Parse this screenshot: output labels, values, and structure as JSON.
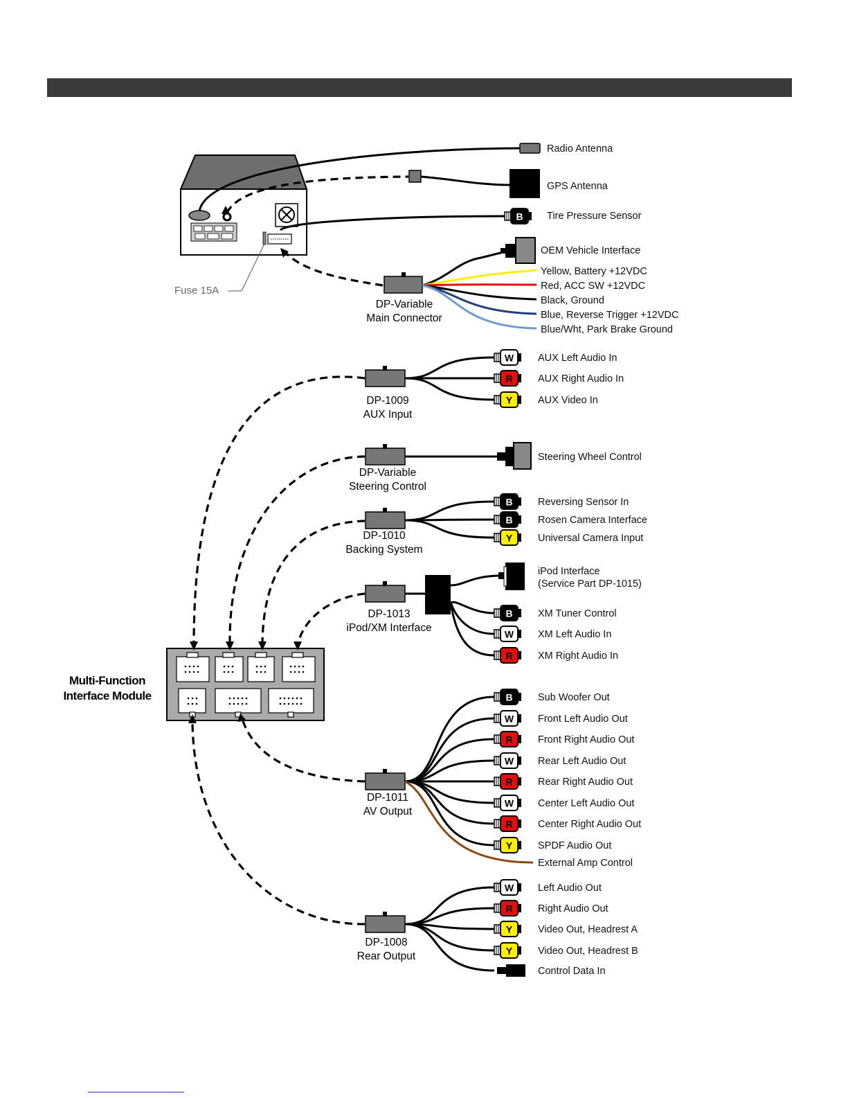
{
  "colors": {
    "header_bar": "#3a3a3a",
    "wire": "#000000",
    "yellow_wire": "#ffee00",
    "red_wire": "#e01010",
    "blue_wire": "#1f3d7a",
    "blue_white_wire": "#6d9ad0",
    "brown_wire": "#8b4a13",
    "plug_white": "#ffffff",
    "plug_red": "#e01010",
    "plug_yellow": "#ffee00",
    "plug_black": "#000000"
  },
  "head_unit": {
    "fuse_label": "Fuse 15A",
    "main_connector": [
      "DP-Variable",
      "Main Connector"
    ],
    "outputs": [
      {
        "label": "Radio Antenna",
        "plug": "antenna"
      },
      {
        "label": "GPS Antenna",
        "plug": "gps"
      },
      {
        "label": "Tire Pressure Sensor",
        "plug": "B"
      }
    ],
    "harness": [
      {
        "label": "OEM Vehicle Interface",
        "wire_color": "black"
      },
      {
        "label": "Yellow, Battery +12VDC",
        "wire_color": "yellow"
      },
      {
        "label": "Red, ACC SW +12VDC",
        "wire_color": "red"
      },
      {
        "label": "Black, Ground",
        "wire_color": "black"
      },
      {
        "label": "Blue, Reverse Trigger +12VDC",
        "wire_color": "blue"
      },
      {
        "label": "Blue/Wht, Park Brake Ground",
        "wire_color": "blue-white"
      }
    ]
  },
  "module": {
    "title": [
      "Multi-Function",
      "Interface Module"
    ]
  },
  "connectors": [
    {
      "name": [
        "DP-1009",
        "AUX Input"
      ],
      "bold": false,
      "outputs": [
        {
          "letter": "W",
          "label": "AUX Left Audio In"
        },
        {
          "letter": "R",
          "label": "AUX Right Audio In"
        },
        {
          "letter": "Y",
          "label": "AUX Video In"
        }
      ]
    },
    {
      "name": [
        "DP-Variable",
        "Steering Control"
      ],
      "bold": false,
      "outputs": [
        {
          "letter": "",
          "label": "Steering Wheel Control"
        }
      ]
    },
    {
      "name": [
        "DP-1010",
        "Backing System"
      ],
      "bold": false,
      "outputs": [
        {
          "letter": "B",
          "label": "Reversing Sensor In"
        },
        {
          "letter": "B",
          "label": "Rosen Camera Interface"
        },
        {
          "letter": "Y",
          "label": "Universal Camera Input"
        }
      ]
    },
    {
      "name": [
        "DP-1013",
        "iPod/XM Interface"
      ],
      "bold": false,
      "outputs": [
        {
          "letter": "",
          "label": "iPod Interface",
          "label2": "(Service Part DP-1015)"
        },
        {
          "letter": "B",
          "label": "XM Tuner Control"
        },
        {
          "letter": "W",
          "label": "XM Left Audio In"
        },
        {
          "letter": "R",
          "label": "XM Right Audio In"
        }
      ]
    },
    {
      "name": [
        "DP-1011",
        "AV Output"
      ],
      "bold": false,
      "outputs": [
        {
          "letter": "B",
          "label": "Sub Woofer Out"
        },
        {
          "letter": "W",
          "label": "Front Left Audio Out"
        },
        {
          "letter": "R",
          "label": "Front Right Audio Out"
        },
        {
          "letter": "W",
          "label": "Rear Left Audio Out"
        },
        {
          "letter": "R",
          "label": "Rear Right Audio Out"
        },
        {
          "letter": "W",
          "label": "Center Left Audio Out"
        },
        {
          "letter": "R",
          "label": "Center Right Audio Out"
        },
        {
          "letter": "Y",
          "label": "SPDF Audio Out"
        },
        {
          "letter": "",
          "label": "External Amp Control"
        }
      ]
    },
    {
      "name": [
        "DP-1008",
        "Rear Output"
      ],
      "bold": false,
      "outputs": [
        {
          "letter": "W",
          "label": "Left Audio Out"
        },
        {
          "letter": "R",
          "label": "Right Audio Out"
        },
        {
          "letter": "Y",
          "label": "Video Out, Headrest A"
        },
        {
          "letter": "Y",
          "label": "Video Out, Headrest B"
        },
        {
          "letter": "",
          "label": "Control Data In"
        }
      ]
    }
  ]
}
